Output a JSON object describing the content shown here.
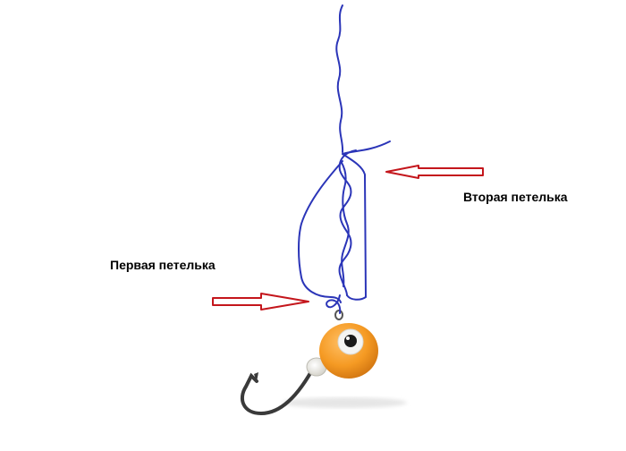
{
  "labels": {
    "second_loop": "Вторая петелька",
    "first_loop": "Первая петелька"
  },
  "colors": {
    "line": "#2b35b8",
    "arrow": "#c4161c",
    "jig_head": "#f59a23",
    "eye_white": "#f4f4f2",
    "pupil": "#1a1a1a",
    "hook_metal": "#3a3a3a",
    "bead": "#e9e7df",
    "label_text": "#000000"
  },
  "icons": {
    "arrow_second": "left-arrow-outline",
    "arrow_first": "right-arrow-outline",
    "jig": "jig-hook-with-eye"
  }
}
